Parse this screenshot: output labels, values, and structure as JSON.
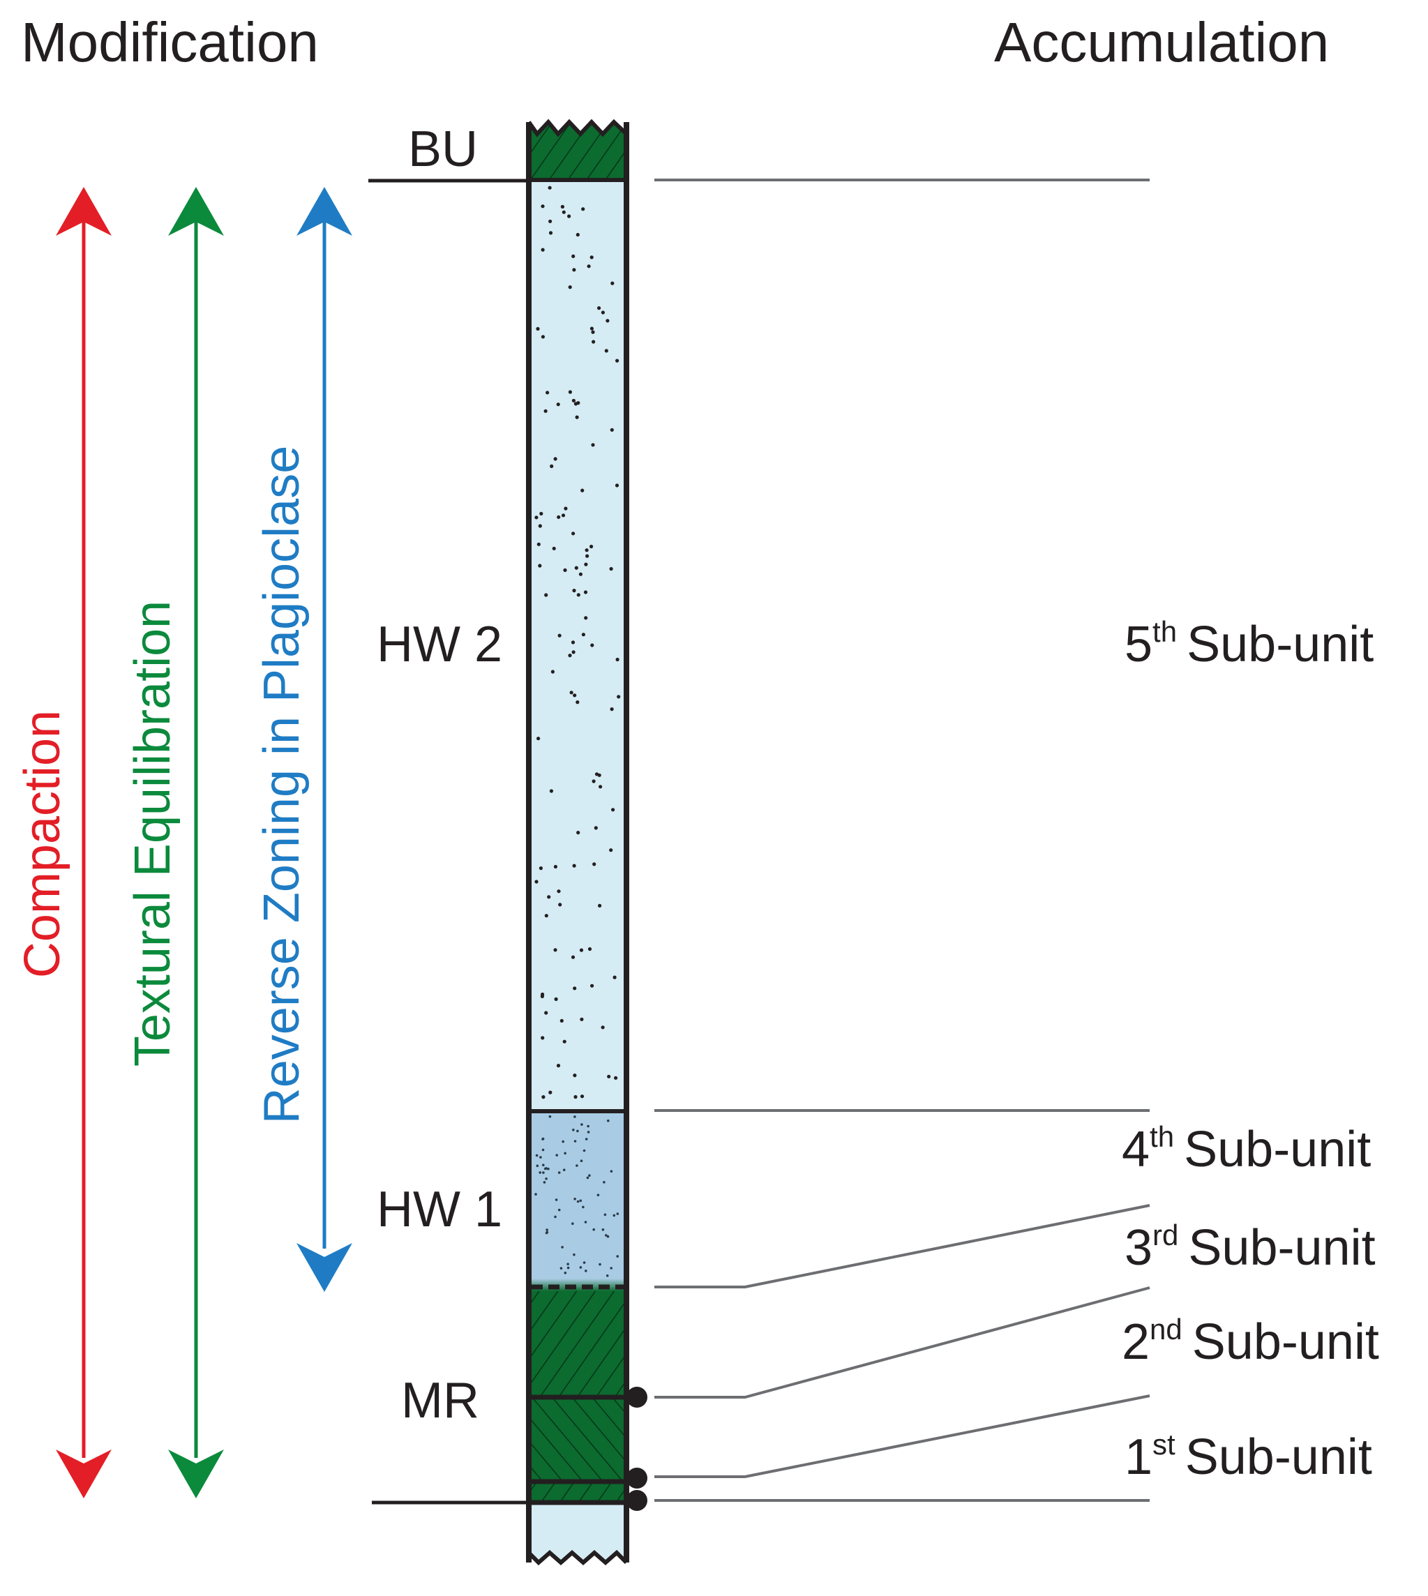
{
  "headings": {
    "modification": "Modification",
    "accumulation": "Accumulation"
  },
  "processes": [
    {
      "label": "Compaction",
      "color": "#e31e26"
    },
    {
      "label": "Textural Equilibration",
      "color": "#0b8a3c"
    },
    {
      "label": "Reverse Zoning in Plagioclase",
      "color": "#1f7cc4"
    }
  ],
  "units": {
    "bu": "BU",
    "hw2": "HW 2",
    "hw1": "HW 1",
    "mr": "MR"
  },
  "sub_units": [
    {
      "num": "5",
      "sup": "th",
      "text": "Sub-unit"
    },
    {
      "num": "4",
      "sup": "th",
      "text": "Sub-unit"
    },
    {
      "num": "3",
      "sup": "rd",
      "text": "Sub-unit"
    },
    {
      "num": "2",
      "sup": "nd",
      "text": "Sub-unit"
    },
    {
      "num": "1",
      "sup": "st",
      "text": "Sub-unit"
    }
  ],
  "colors": {
    "noritic_green": "#0c6b2f",
    "hw2_fill": "#d6ecf4",
    "hw1_fill": "#a9cce4",
    "outline": "#231f20",
    "correlation_line": "#6d6e71"
  }
}
